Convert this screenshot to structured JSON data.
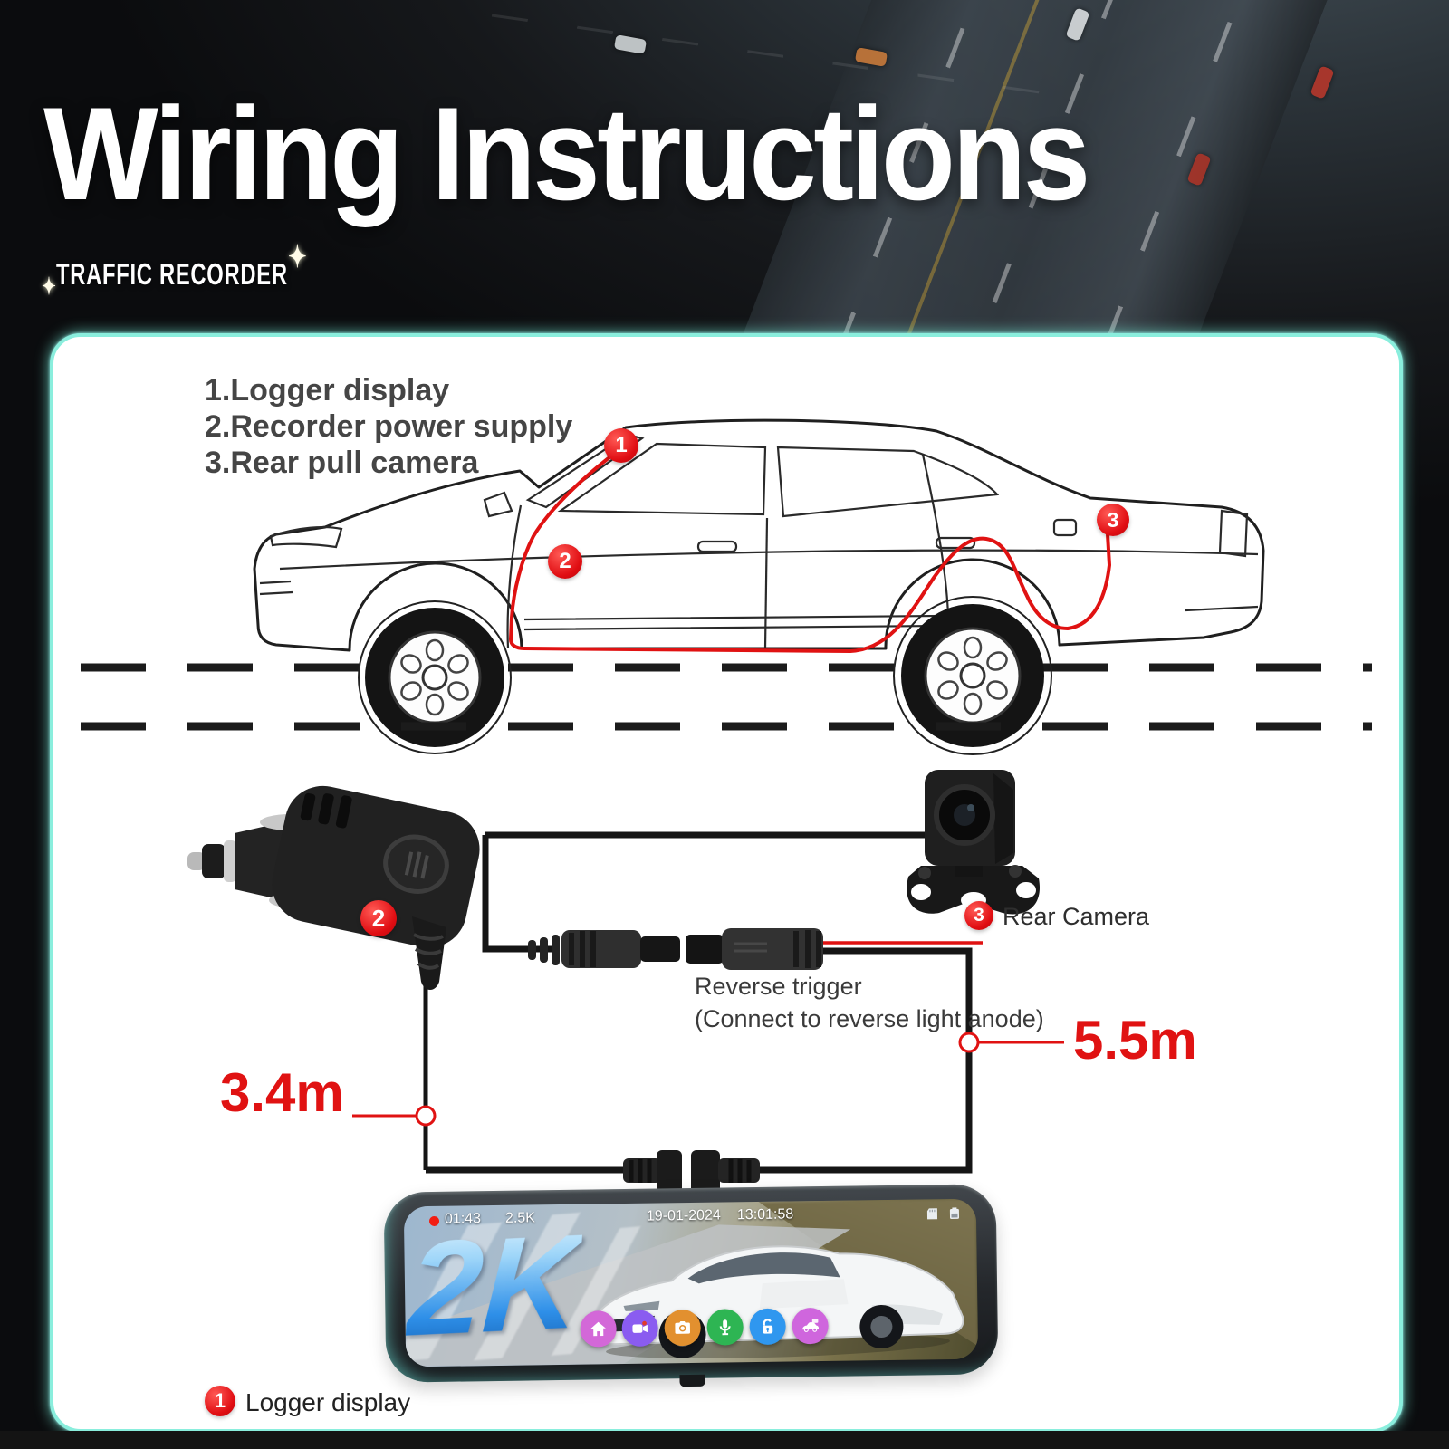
{
  "page": {
    "title": "Wiring Instructions",
    "badge": "TRAFFIC RECORDER",
    "sparkle": "✦"
  },
  "legend": {
    "items": [
      "1.Logger display",
      "2.Recorder power supply",
      "3.Rear pull camera"
    ]
  },
  "car_callouts": {
    "one": "1",
    "two": "2",
    "three": "3"
  },
  "wiring": {
    "charger_badge": "2",
    "rear_camera": {
      "num": "3",
      "label": "Rear Camera"
    },
    "reverse_trigger": {
      "line1": "Reverse trigger",
      "line2": "(Connect to reverse light anode)"
    },
    "lengths": {
      "front": "3.4m",
      "rear": "5.5m"
    }
  },
  "mirror": {
    "status": {
      "rec_time": "01:43",
      "resolution": "2.5K",
      "date": "19-01-2024",
      "clock": "13:01:58"
    },
    "status_icons": [
      "sd-card-icon",
      "battery-icon"
    ],
    "watermark": "2K",
    "app_icons": [
      "home-icon",
      "video-icon",
      "camera-icon",
      "mic-icon",
      "lock-icon",
      "car-mode-icon"
    ],
    "logger": {
      "num": "1",
      "label": "Logger display"
    }
  },
  "colors": {
    "accent_red": "#e01212",
    "panel_border": "#8aeedd",
    "title": "#ffffff",
    "background": "#16181b"
  }
}
